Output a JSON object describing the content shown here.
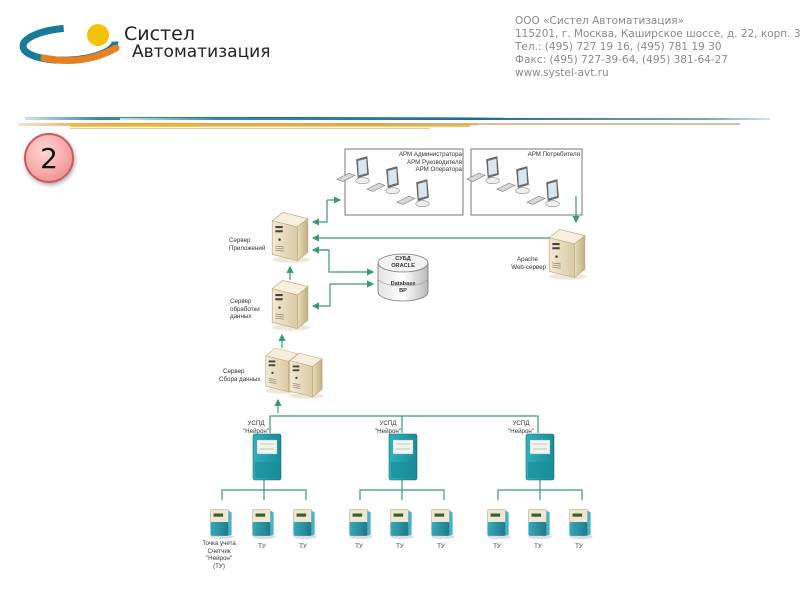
{
  "header": {
    "logo": {
      "line1": "Систел",
      "line2": "Автоматизация",
      "colors": {
        "swoosh_blue": "#1a7a9a",
        "swoosh_orange": "#e8801f",
        "sun": "#f5c20a"
      }
    },
    "company": {
      "name": "ООО «Систел Автоматизация»",
      "address": "115201, г. Москва, Каширское шоссе, д. 22, корп. 3",
      "phone": "Тел.: (495) 727 19 16, (495) 781 19 30",
      "fax": "Факс: (495) 727-39-64, (495) 381-64-27",
      "website": "www.systel-avt.ru"
    }
  },
  "slide": {
    "number": "2"
  },
  "diagram": {
    "line_color": "#3a9a72",
    "workstations_left": {
      "labels": [
        "АРМ Администратора",
        "АРМ Руководителя",
        "АРМ Оператора"
      ]
    },
    "workstations_right": {
      "labels": [
        "АРМ Потребителя"
      ]
    },
    "servers": {
      "app": {
        "label_lines": [
          "Сервер",
          "Приложений"
        ]
      },
      "processing": {
        "label_lines": [
          "Сервер",
          "обработки",
          "данных"
        ]
      },
      "collection": {
        "label_lines": [
          "Сервер",
          "Сбора данных"
        ]
      },
      "web": {
        "label_lines": [
          "Apache",
          "Web-сервер"
        ]
      }
    },
    "database": {
      "top": [
        "СУБД",
        "ORACLE"
      ],
      "bottom": [
        "Database",
        "BP"
      ]
    },
    "uspd": [
      {
        "label_lines": [
          "УСПД",
          "\"Нейрон\""
        ]
      },
      {
        "label_lines": [
          "УСПД",
          "\"Нейрон\""
        ]
      },
      {
        "label_lines": [
          "УСПД",
          "\"Нейрон\""
        ]
      }
    ],
    "meters": {
      "first_label_lines": [
        "Точка учета",
        "Счетчик",
        "\"Нейрон\"",
        "(ТУ)"
      ],
      "short_label": "ТУ"
    }
  }
}
